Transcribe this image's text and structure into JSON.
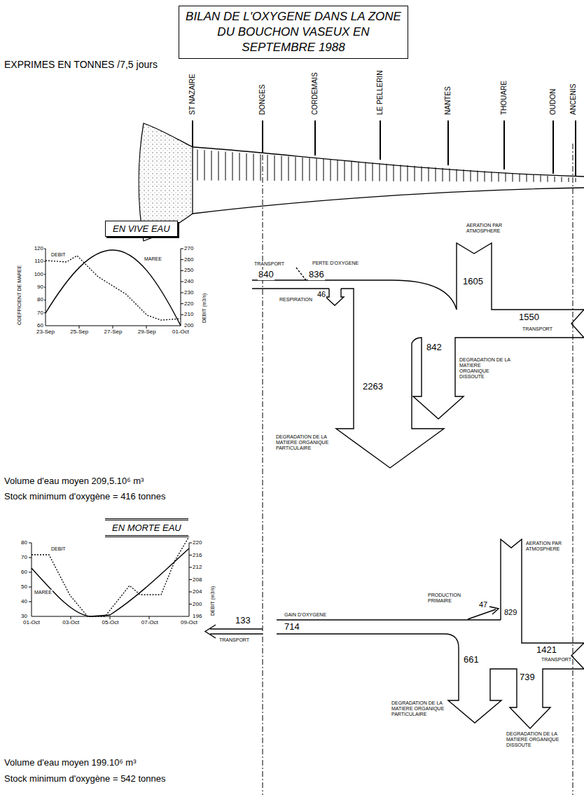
{
  "diagram": {
    "title": "BILAN DE L'OXYGENE DANS LA ZONE DU BOUCHON VASEUX EN SEPTEMBRE 1988",
    "nodes": [
      {
        "text": [
          "EN VIVE EAU"
        ]
      },
      {
        "text": [
          "EN MORTE EAU"
        ]
      }
    ],
    "labels": [
      "EXPRIMES EN TONNES /7,5 jours",
      "ST NAZAIRE",
      "DONGES",
      "CORDEMAIS",
      "LE PELLERIN",
      "NANTES",
      "THOUARE",
      "OUDON",
      "ANCENIS",
      "AERATION PAR ATMOSPHERE",
      "TRANSPORT",
      "840",
      "PERTE D'OXYGENE",
      "836",
      "RESPIRATION",
      "46",
      "1605",
      "1550",
      "TRANSPORT",
      "842",
      "DEGRADATION DE LA MATIERE ORGANIQUE DISSOUTE",
      "2263",
      "DEGRADATION DE LA MATIERE ORGANIQUE PARTICULAIRE",
      "COEFFICIENT DE MAREE",
      "120",
      "110",
      "100",
      "90",
      "80",
      "70",
      "60",
      "270",
      "260",
      "250",
      "240",
      "230",
      "220",
      "210",
      "200",
      "DEBIT (m3/s)",
      "23-Sep",
      "25-Sep",
      "27-Sep",
      "29-Sep",
      "01-Oct",
      "DEBIT",
      "MAREE",
      "Volume d'eau moyen 209,5.10⁶ m³",
      "Stock minimum d'oxygène = 416 tonnes",
      "AERATION PAR ATMOSPHERE",
      "PRODUCTION PRIMAIRE",
      "47",
      "829",
      "GAIN D'OXYGENE",
      "133",
      "714",
      "TRANSPORT",
      "1421",
      "TRANSPORT",
      "661",
      "739",
      "DEGRADATION DE LA MATIERE ORGANIQUE PARTICULAIRE",
      "DEGRADATION DE LA MATIERE ORGANIQUE DISSOUTE",
      "80",
      "70",
      "60",
      "50",
      "40",
      "30",
      "220",
      "216",
      "212",
      "208",
      "204",
      "200",
      "196",
      "DEBIT (m3/s)",
      "01-Oct",
      "03-Oct",
      "05-Oct",
      "07-Oct",
      "09-Oct",
      "DEBIT",
      "MAREE",
      "Volume d'eau moyen 199.10⁶ m³",
      "Stock minimum d'oxygène = 542 tonnes"
    ]
  }
}
